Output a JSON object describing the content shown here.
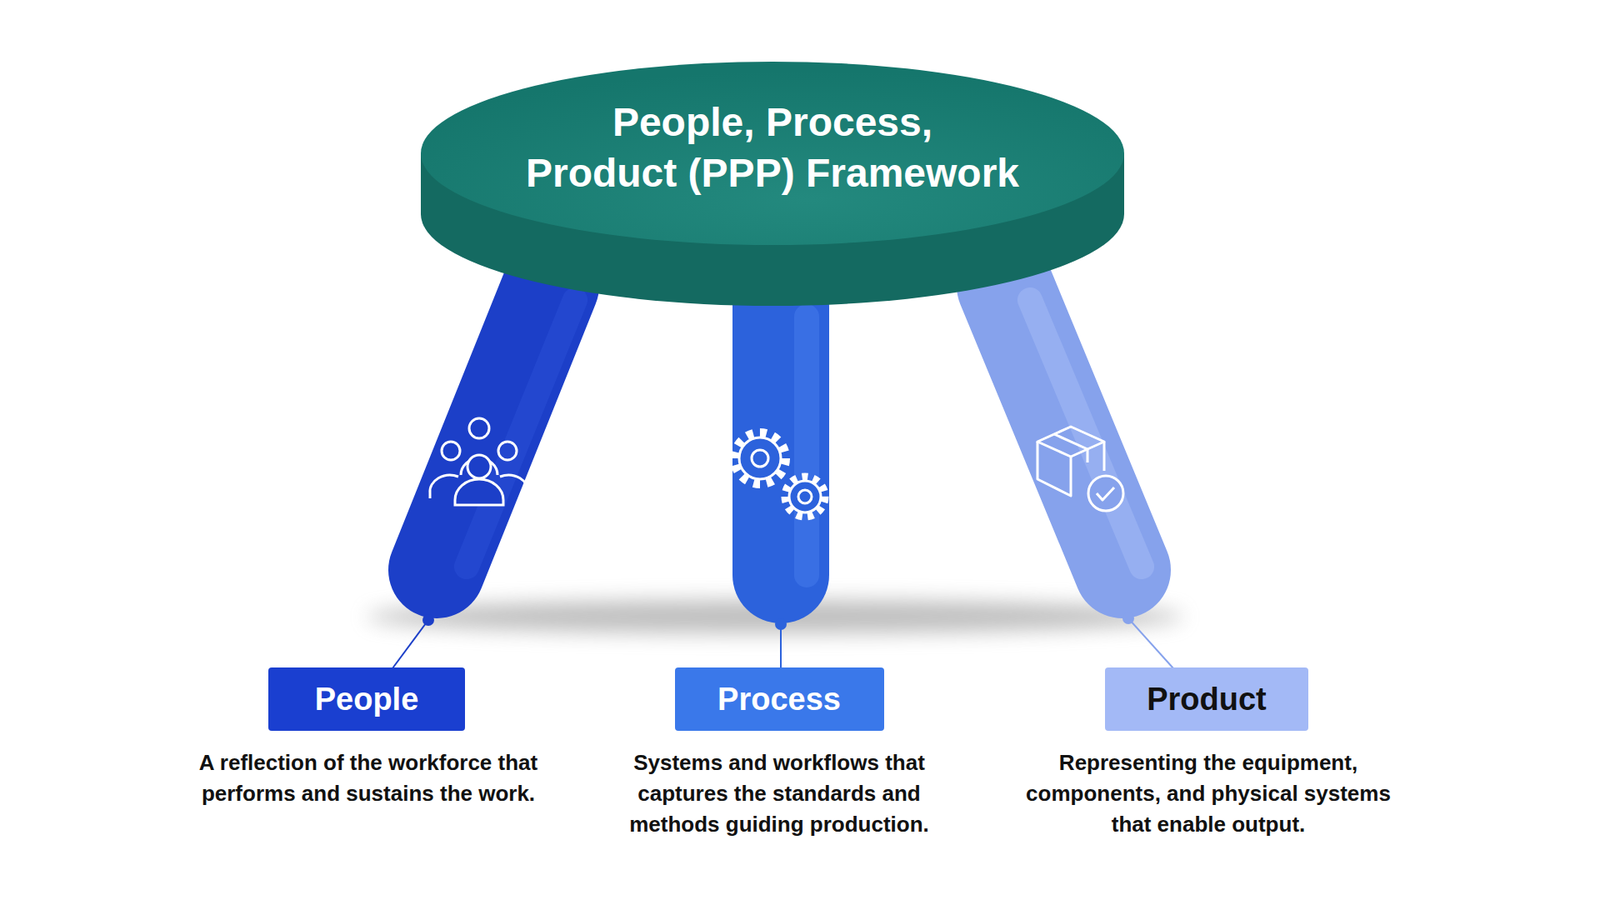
{
  "diagram": {
    "title": "People, Process, Product (PPP) Framework",
    "nodes": [
      {
        "text": [
          "People",
          "A reflection of the workforce that performs and sustains the work."
        ]
      },
      {
        "text": [
          "Process",
          "Systems and workflows that captures the standards and methods guiding production."
        ]
      },
      {
        "text": [
          "Product",
          "Representing the equipment, components, and physical systems that enable output."
        ]
      }
    ]
  }
}
